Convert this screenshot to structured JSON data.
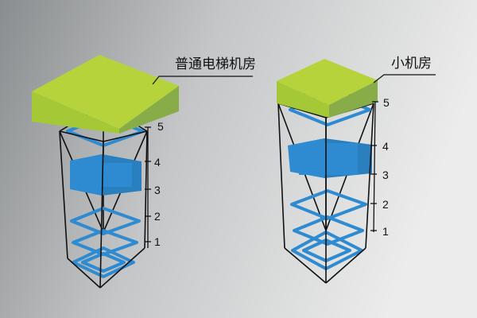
{
  "left_building": {
    "callout": "普通电梯机房",
    "floors": [
      "1",
      "2",
      "3",
      "4",
      "5"
    ]
  },
  "right_building": {
    "callout": "小机房",
    "floors": [
      "1",
      "2",
      "3",
      "4",
      "5"
    ]
  },
  "colors": {
    "background_left": "#8a8d8f",
    "background_right": "#ececec",
    "machine_room_top": "#b6d33c",
    "machine_room_side": "#88ad48",
    "outline": "#111111",
    "elevator_blue": "#2e8bd1"
  }
}
